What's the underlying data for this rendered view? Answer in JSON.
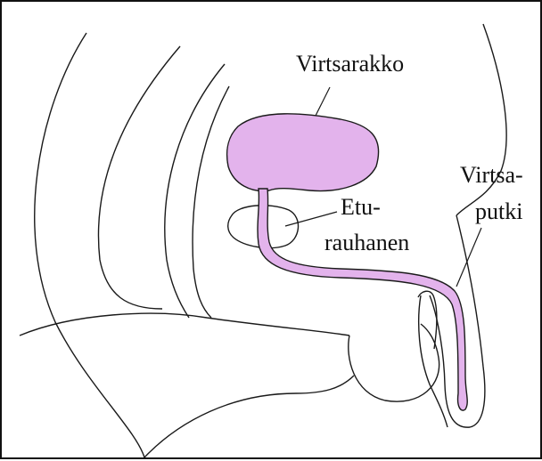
{
  "labels": {
    "bladder": "Virtsarakko",
    "prostate_line1": "Etu-",
    "prostate_line2": "rauhanen",
    "urethra_line1": "Virtsa-",
    "urethra_line2": "putki"
  },
  "colors": {
    "organ_fill": "#e3b3ec",
    "outline": "#1a1a1a",
    "background": "#ffffff"
  }
}
